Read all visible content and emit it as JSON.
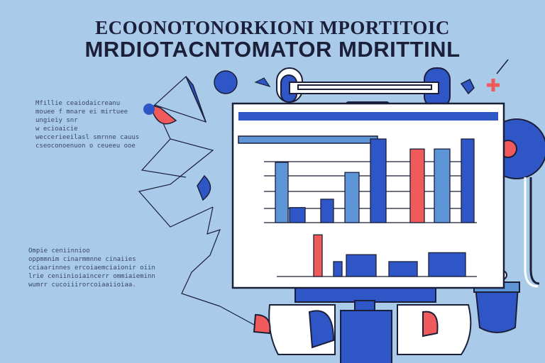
{
  "title": {
    "line1": "ECOONOTONORKIONI MPORTITOIC",
    "line2": "MRDIOTACNTOMATOR MDRITTINL"
  },
  "text_block_top": {
    "lines": [
      "Mfillie ceaiodaicreanu",
      "mouee f mnare ei mirtuee",
      "ungieiy snr",
      "w ecioaicie",
      "weccerieeilasl smrnne cauus",
      "cseoconoenuon o ceueeu ooe"
    ]
  },
  "text_block_bottom": {
    "lines": [
      "Ompie ceniinnioo",
      "oppmmnim cinarmmnne cinaiies",
      "cciaarinnes ercoiaemciaionir oiin",
      "lrie ceniinioiaincerr ommiaieminn",
      "wumrr cucoiiirorcoiaaiioiaa."
    ]
  },
  "colors": {
    "background": "#a9cbe9",
    "navy": "#1b1f3a",
    "blue": "#2f56c6",
    "light_blue": "#5e95d6",
    "red": "#f05a5a",
    "white": "#ffffff"
  },
  "chart_data": {
    "type": "bar",
    "upper_bars": [
      {
        "value": 72,
        "color": "blue"
      },
      {
        "value": 18,
        "color": "blue"
      },
      {
        "value": 28,
        "color": "blue"
      },
      {
        "value": 60,
        "color": "blue"
      },
      {
        "value": 100,
        "color": "blue"
      },
      {
        "value": 88,
        "color": "red"
      },
      {
        "value": 88,
        "color": "red"
      },
      {
        "value": 100,
        "color": "blue"
      }
    ],
    "lower_bars": [
      {
        "value": 42,
        "color": "red"
      },
      {
        "value": 15,
        "color": "blue"
      },
      {
        "value": 22,
        "color": "blue"
      },
      {
        "value": 15,
        "color": "blue"
      },
      {
        "value": 24,
        "color": "blue"
      }
    ]
  }
}
